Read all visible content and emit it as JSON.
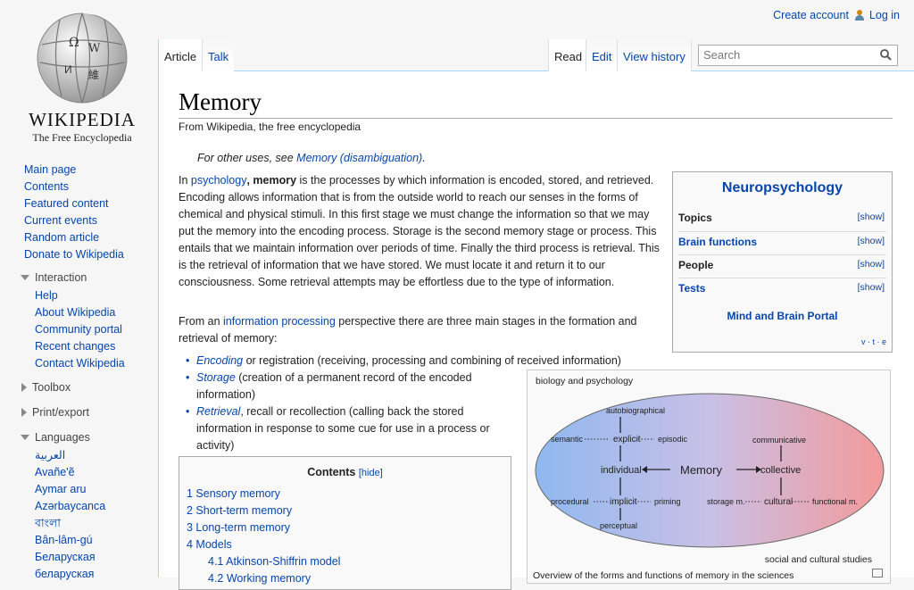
{
  "logo": {
    "wordmark": "WIKIPEDIA",
    "tagline": "The Free Encyclopedia"
  },
  "personal": {
    "create": "Create account",
    "login": "Log in"
  },
  "tabs": {
    "article": "Article",
    "talk": "Talk",
    "read": "Read",
    "edit": "Edit",
    "history": "View history"
  },
  "search": {
    "placeholder": "Search"
  },
  "nav": {
    "main": [
      "Main page",
      "Contents",
      "Featured content",
      "Current events",
      "Random article",
      "Donate to Wikipedia"
    ],
    "interaction_title": "Interaction",
    "interaction": [
      "Help",
      "About Wikipedia",
      "Community portal",
      "Recent changes",
      "Contact Wikipedia"
    ],
    "toolbox": "Toolbox",
    "print": "Print/export",
    "languages_title": "Languages",
    "languages": [
      "العربية",
      "Avañe'ẽ",
      "Aymar aru",
      "Azərbaycanca",
      "বাংলা",
      "Bân-lâm-gú",
      "Беларуская",
      "беларуская"
    ]
  },
  "page": {
    "title": "Memory",
    "sub": "From Wikipedia, the free encyclopedia",
    "hatnote_pre": "For other uses, see ",
    "hatnote_link": "Memory (disambiguation)",
    "hatnote_post": ".",
    "p1_a": "In ",
    "p1_link": "psychology",
    "p1_b": ", ",
    "p1_bold": "memory",
    "p1_c": " is the processes by which information is encoded, stored, and retrieved. Encoding allows information that is from the outside world to reach our senses in the forms of chemical and physical stimuli. In this first stage we must change the information so that we may put the memory into the encoding process. Storage is the second memory stage or process. This entails that we maintain information over periods of time. Finally the third process is retrieval. This is the retrieval of information that we have stored. We must locate it and return it to our consciousness. Some retrieval attempts may be effortless due to the type of information.",
    "p2_a": "From an ",
    "p2_link": "information processing",
    "p2_b": " perspective there are three main stages in the formation and retrieval of memory:",
    "b1_link": "Encoding",
    "b1_text": " or registration (receiving, processing and combining of received information)",
    "b2_link": "Storage",
    "b2_text": " (creation of a permanent record of the encoded information)",
    "b3_link": "Retrieval",
    "b3_text": ", recall or recollection (calling back the stored information in response to some cue for use in a process or activity)"
  },
  "infobox": {
    "title": "Neuropsychology",
    "rows": [
      "Topics",
      "Brain functions",
      "People",
      "Tests"
    ],
    "show": "[show]",
    "portal": "Mind and Brain Portal",
    "vte": "v · t · e"
  },
  "toc": {
    "title": "Contents",
    "hide": "[hide]",
    "items": [
      "1 Sensory memory",
      "2 Short-term memory",
      "3 Long-term memory",
      "4 Models"
    ],
    "sub": [
      "4.1 Atkinson-Shiffrin model",
      "4.2 Working memory"
    ]
  },
  "figure": {
    "top": "biology and psychology",
    "bottom": "social and cultural studies",
    "caption": "Overview of the forms and functions of memory in the sciences",
    "labels": {
      "auto": "autobiographical",
      "semantic": "semantic",
      "explicit": "explicit",
      "episodic": "episodic",
      "individual": "individual",
      "memory": "Memory",
      "collective": "collective",
      "communicative": "communicative",
      "procedural": "procedural",
      "implicit": "implicit",
      "priming": "priming",
      "perceptual": "perceptual",
      "storage": "storage m.",
      "cultural": "cultural",
      "functional": "functional m."
    }
  }
}
